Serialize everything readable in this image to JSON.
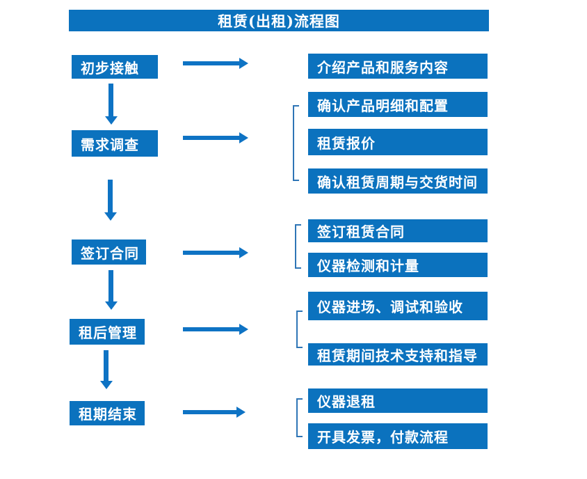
{
  "title": "租赁(出租)流程图",
  "colors": {
    "box_fill": "#0b72be",
    "arrow": "#0e73c4",
    "bracket": "#2e75b6",
    "text": "#ffffff",
    "background": "#ffffff"
  },
  "steps": [
    {
      "label": "初步接触",
      "details": [
        "介绍产品和服务内容"
      ]
    },
    {
      "label": "需求调查",
      "details": [
        "确认产品明细和配置",
        "租赁报价",
        "确认租赁周期与交货时间"
      ]
    },
    {
      "label": "签订合同",
      "details": [
        "签订租赁合同",
        "仪器检测和计量"
      ]
    },
    {
      "label": "租后管理",
      "details": [
        "仪器进场、调试和验收",
        "租赁期间技术支持和指导"
      ]
    },
    {
      "label": "租期结束",
      "details": [
        "仪器退租",
        "开具发票，付款流程"
      ]
    }
  ]
}
